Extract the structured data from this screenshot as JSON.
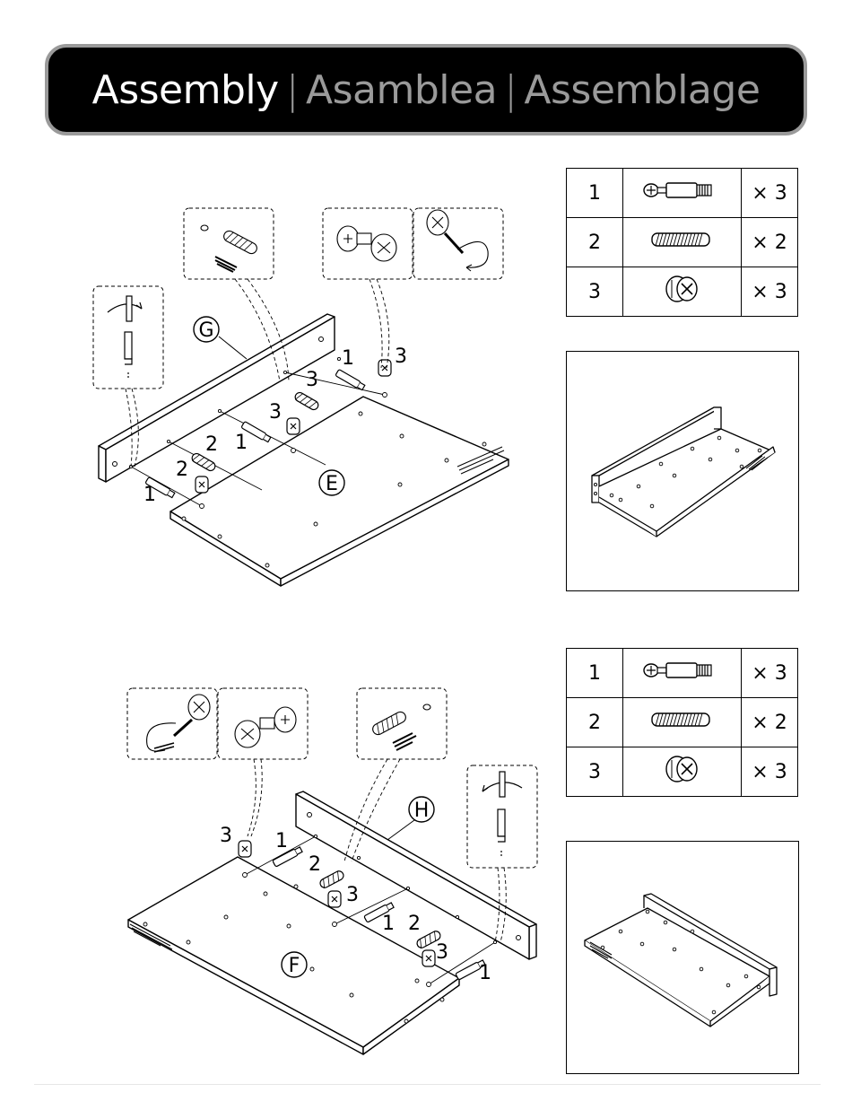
{
  "banner": {
    "en": "Assembly",
    "es": "Asamblea",
    "fr": "Assemblage",
    "separator": "|"
  },
  "step1": {
    "board_labels": {
      "side": "G",
      "panel": "E"
    },
    "parts": [
      {
        "num": "1",
        "icon": "cam-bolt-icon",
        "qty": "× 3"
      },
      {
        "num": "2",
        "icon": "wooden-dowel-icon",
        "qty": "× 2"
      },
      {
        "num": "3",
        "icon": "cam-lock-icon",
        "qty": "× 3"
      }
    ],
    "callouts": {
      "c1": "1",
      "c2": "2",
      "c3": "3",
      "c4": "1",
      "c5": "3",
      "c6": "2",
      "c7": "1",
      "c8": "3"
    }
  },
  "step2": {
    "board_labels": {
      "side": "H",
      "panel": "F"
    },
    "parts": [
      {
        "num": "1",
        "icon": "cam-bolt-icon",
        "qty": "× 3"
      },
      {
        "num": "2",
        "icon": "wooden-dowel-icon",
        "qty": "× 2"
      },
      {
        "num": "3",
        "icon": "cam-lock-icon",
        "qty": "× 3"
      }
    ],
    "callouts": {
      "c1": "3",
      "c2": "1",
      "c3": "2",
      "c4": "3",
      "c5": "1",
      "c6": "2",
      "c7": "3",
      "c8": "1"
    }
  }
}
